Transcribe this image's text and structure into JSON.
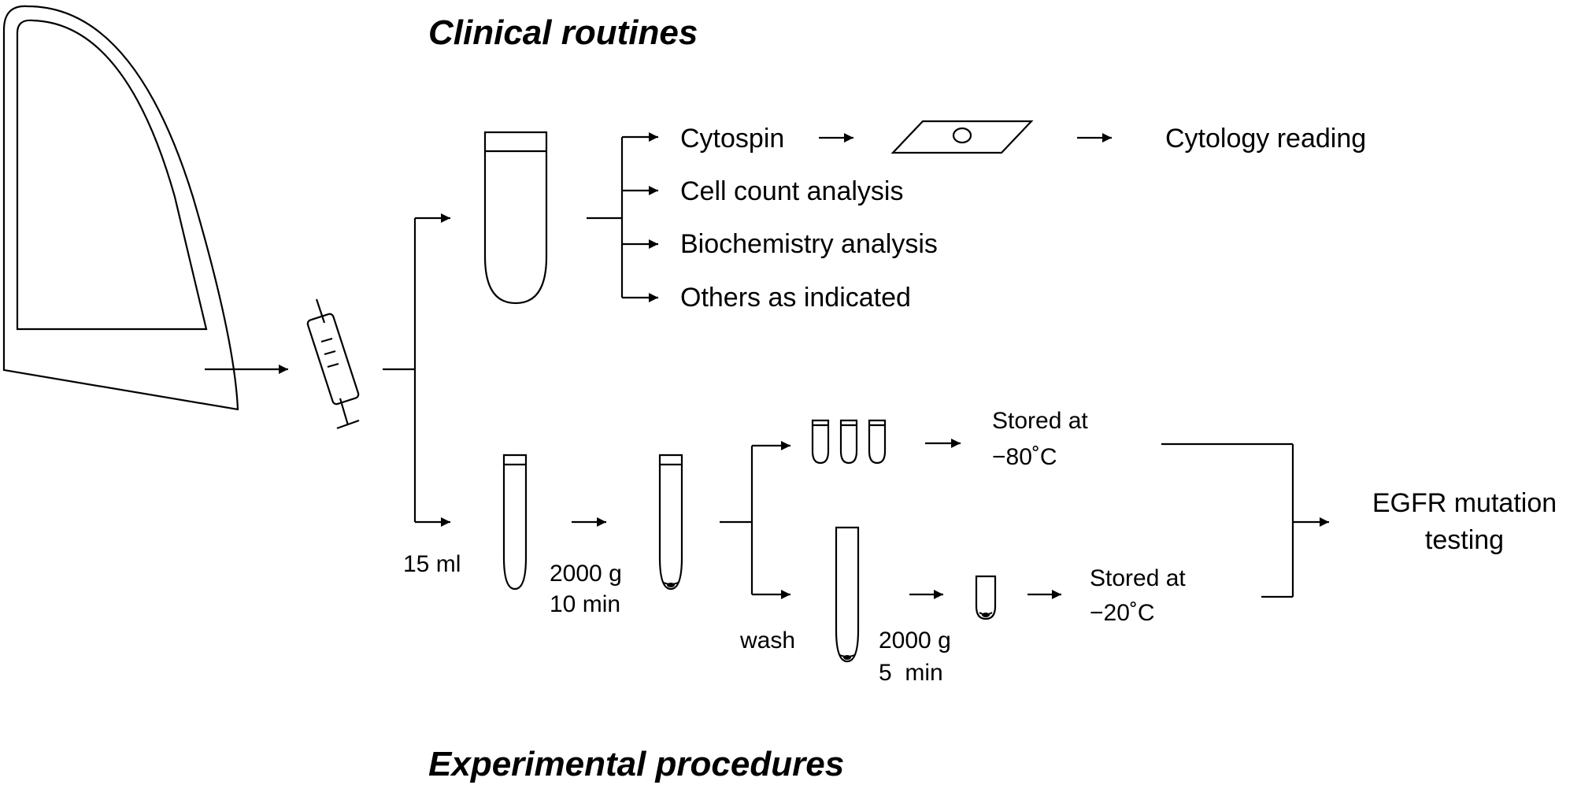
{
  "headings": {
    "top": "Clinical routines",
    "bottom": "Experimental procedures"
  },
  "clinical": {
    "items": [
      "Cytospin",
      "Cell count analysis",
      "Biochemistry analysis",
      "Others as indicated"
    ],
    "result": "Cytology reading"
  },
  "experimental": {
    "volume": "15 ml",
    "spin1": [
      "2000 g",
      "10 min"
    ],
    "wash": "wash",
    "spin2": [
      "2000 g",
      "5  min"
    ],
    "store_minus80": [
      "Stored at",
      "−80˚C"
    ],
    "store_minus20": [
      "Stored at",
      "−20˚C"
    ],
    "outcome": [
      "EGFR mutation",
      "testing"
    ]
  },
  "colors": {
    "line": "#000000",
    "background": "#ffffff"
  }
}
